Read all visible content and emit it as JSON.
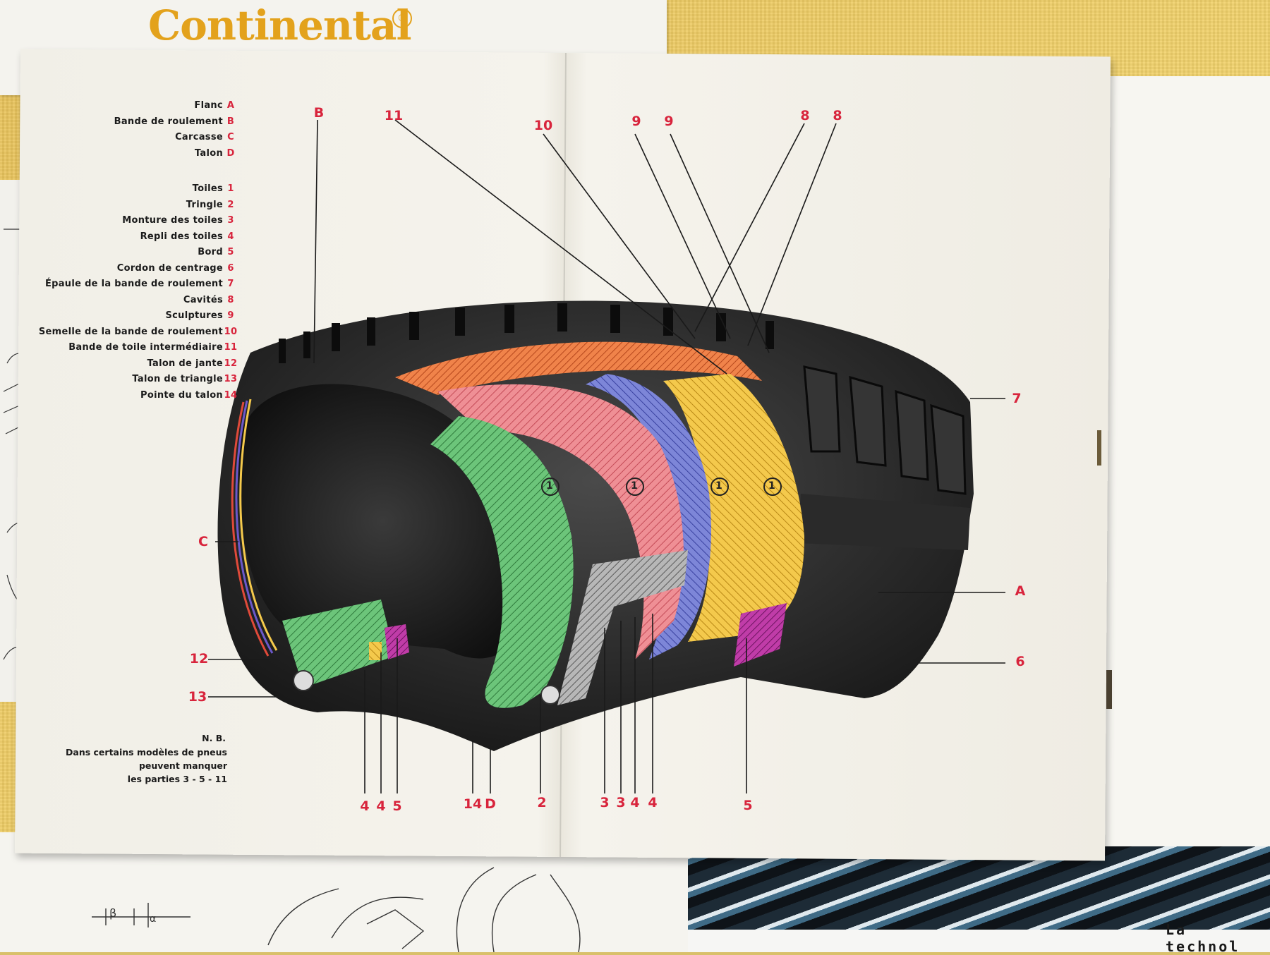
{
  "brand": {
    "name": "Continental",
    "mark": "®"
  },
  "legend_major": [
    {
      "label": "Flanc",
      "code": "A"
    },
    {
      "label": "Bande de roulement",
      "code": "B"
    },
    {
      "label": "Carcasse",
      "code": "C"
    },
    {
      "label": "Talon",
      "code": "D"
    }
  ],
  "legend_minor": [
    {
      "label": "Toiles",
      "code": "1"
    },
    {
      "label": "Tringle",
      "code": "2"
    },
    {
      "label": "Monture des toiles",
      "code": "3"
    },
    {
      "label": "Repli des toiles",
      "code": "4"
    },
    {
      "label": "Bord",
      "code": "5"
    },
    {
      "label": "Cordon de centrage",
      "code": "6"
    },
    {
      "label": "Épaule de la bande de roulement",
      "code": "7"
    },
    {
      "label": "Cavités",
      "code": "8"
    },
    {
      "label": "Sculptures",
      "code": "9"
    },
    {
      "label": "Semelle de la bande de roulement",
      "code": "10"
    },
    {
      "label": "Bande de toile intermédiaire",
      "code": "11"
    },
    {
      "label": "Talon de jante",
      "code": "12"
    },
    {
      "label": "Talon de triangle",
      "code": "13"
    },
    {
      "label": "Pointe du talon",
      "code": "14"
    }
  ],
  "note": {
    "title": "N. B.",
    "text": "Dans certains modèles de pneus\npeuvent manquer\nles parties 3 - 5 - 11"
  },
  "callouts": {
    "top": [
      "B",
      "11",
      "10",
      "9",
      "9",
      "8",
      "8"
    ],
    "right": [
      "7",
      "A",
      "6"
    ],
    "left": [
      "C",
      "12",
      "13"
    ],
    "bottom": [
      "4",
      "4",
      "5",
      "14",
      "D",
      "2",
      "3",
      "3",
      "4",
      "4",
      "5"
    ]
  },
  "ply_marker": "1",
  "photo_caption": "La technol",
  "colors": {
    "callout_red": "#d8243c",
    "brand_orange": "#e3a21c",
    "ply_green": "#6cc57a",
    "ply_pink": "#ef8f95",
    "ply_blue": "#7d86d8",
    "ply_yellow": "#f4c94c",
    "ply_orange": "#f0834a",
    "rubber_black": "#1e1e1e",
    "bead_magenta": "#c03ca8"
  }
}
